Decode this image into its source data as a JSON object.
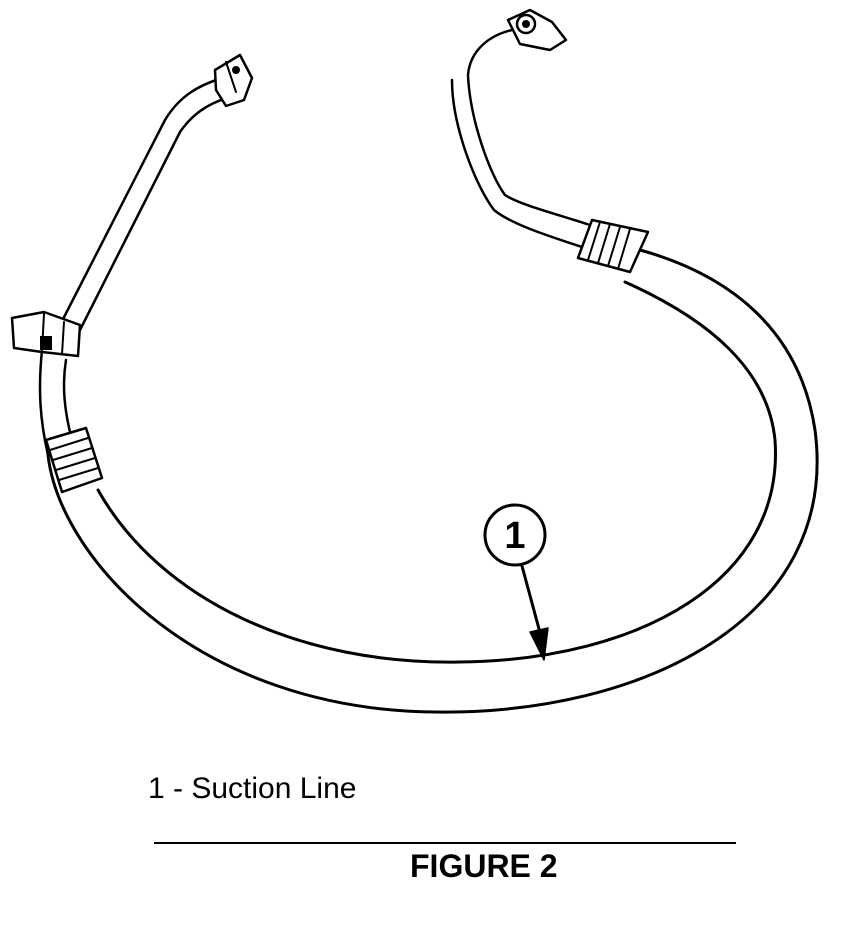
{
  "callout": {
    "number": "1"
  },
  "legend": {
    "entry": "1 - Suction Line"
  },
  "caption": "FIGURE 2"
}
